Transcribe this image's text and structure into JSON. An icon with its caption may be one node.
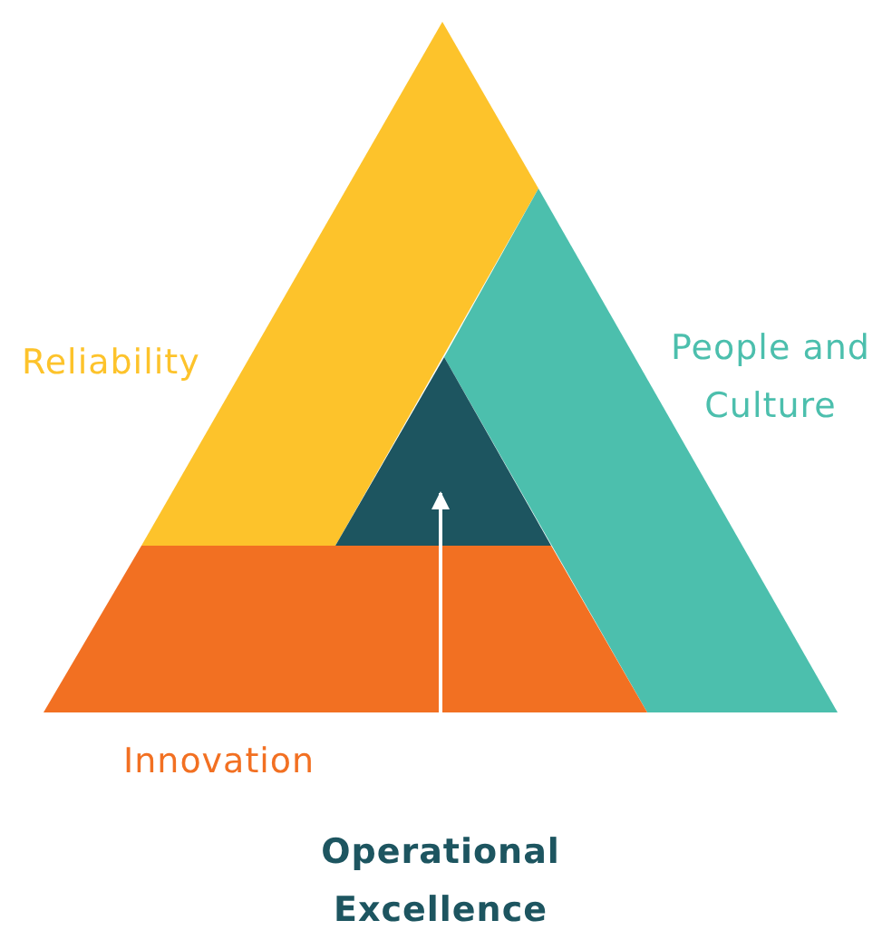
{
  "diagram": {
    "nodes": [
      {
        "text": [
          "Operational Excellence"
        ]
      },
      {
        "text": [],
        "shape": "triangle"
      }
    ],
    "edges": [
      {
        "from": 0,
        "to": 1,
        "arrow": "to"
      }
    ],
    "labels": [
      "Reliability",
      "People and Culture",
      "Innovation"
    ]
  }
}
